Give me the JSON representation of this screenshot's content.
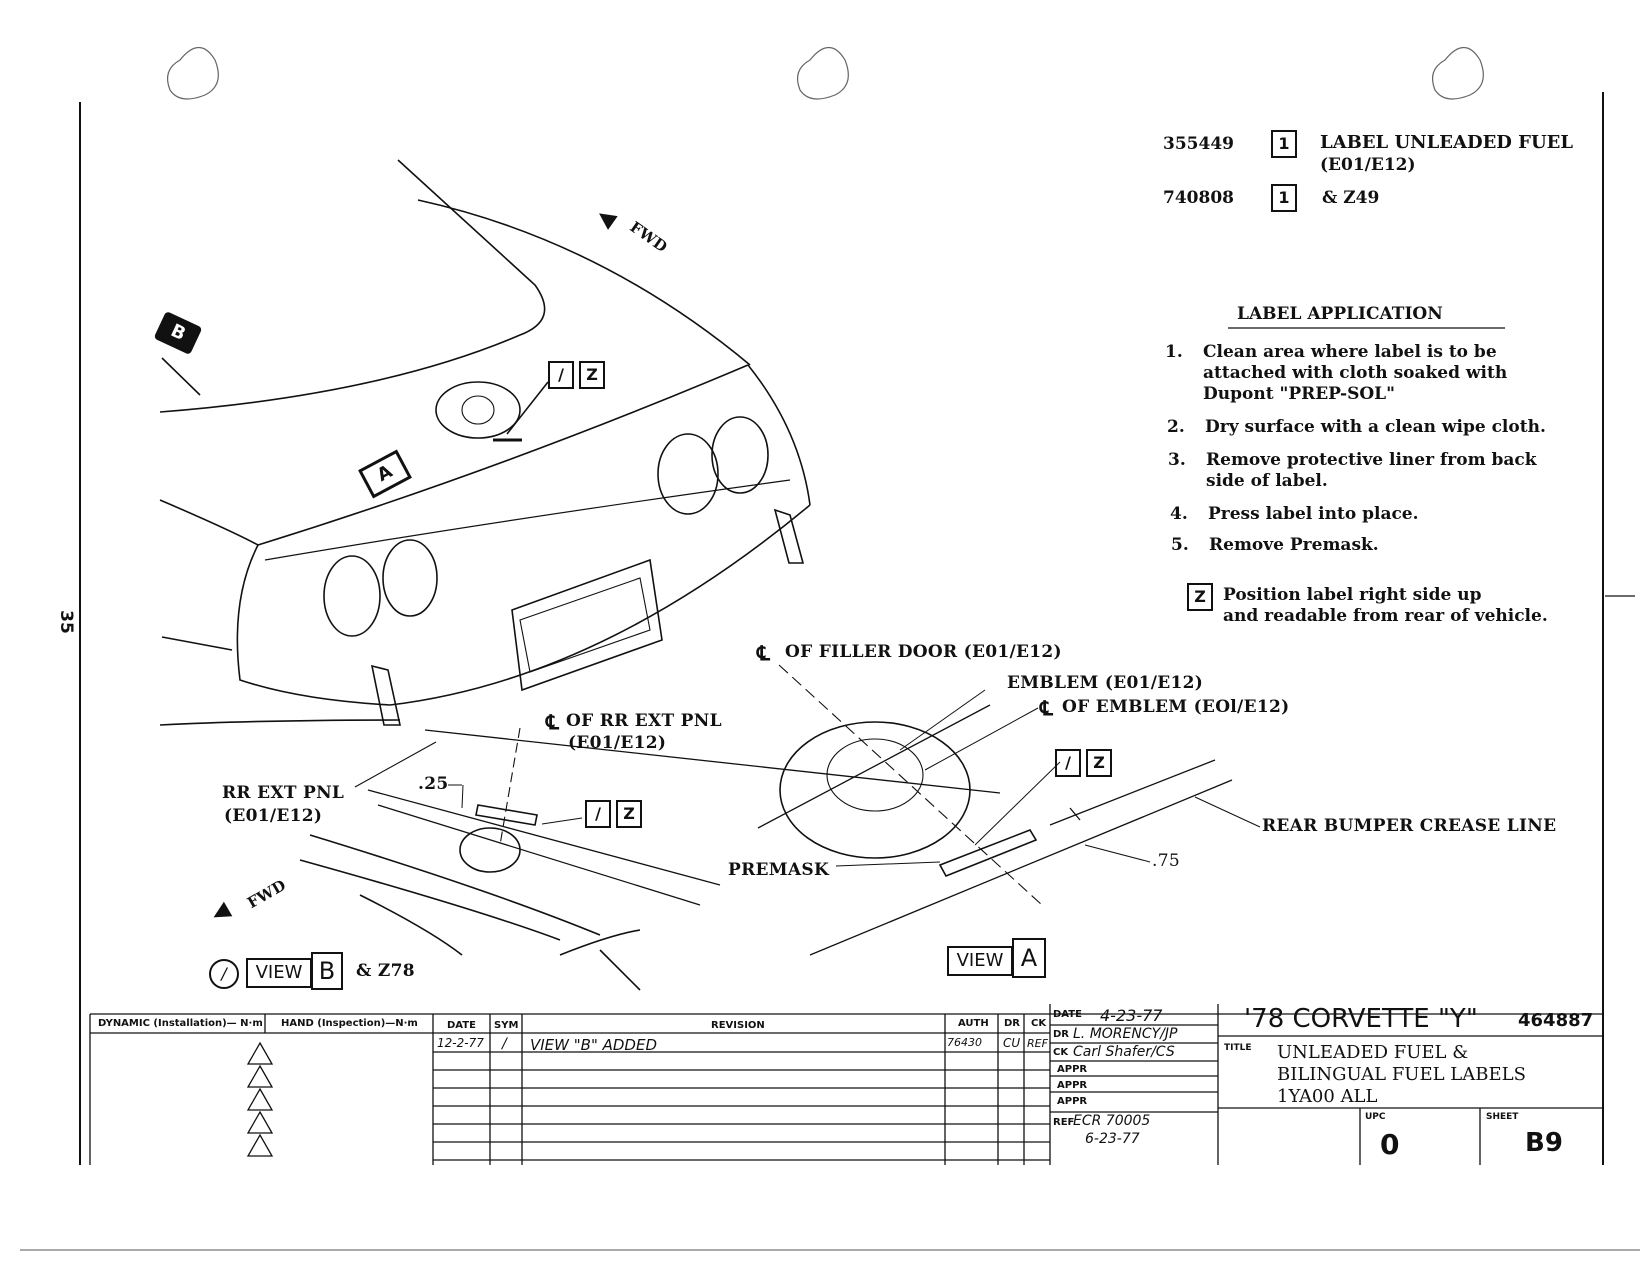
{
  "page_number": "35",
  "parts": [
    {
      "number": "355449",
      "note": "1",
      "description": "LABEL UNLEADED FUEL",
      "description_2": "(E01/E12)"
    },
    {
      "number": "740808",
      "note": "1",
      "description": "& Z49"
    }
  ],
  "application": {
    "heading": "LABEL APPLICATION",
    "steps": [
      {
        "n": "1.",
        "lines": [
          "Clean area where label is to be",
          "attached with cloth soaked with",
          "Dupont \"PREP-SOL\""
        ]
      },
      {
        "n": "2.",
        "lines": [
          "Dry surface with a clean wipe cloth."
        ]
      },
      {
        "n": "3.",
        "lines": [
          "Remove protective liner from back",
          "side of label."
        ]
      },
      {
        "n": "4.",
        "lines": [
          "Press label into place."
        ]
      },
      {
        "n": "5.",
        "lines": [
          "Remove Premask."
        ]
      }
    ],
    "z_note": {
      "tag": "Z",
      "line1": "Position label right side up",
      "line2": "and readable from rear of vehicle."
    }
  },
  "callouts": {
    "fwd_top": "FWD",
    "fwd_bottom": "FWD",
    "view_a_arrow": "A",
    "view_b_arrow": "B",
    "box_slash": "/",
    "box_z": "Z",
    "cl_filler_door": "OF FILLER DOOR (E01/E12)",
    "emblem": "EMBLEM (E01/E12)",
    "cl_emblem": "OF EMBLEM (EOl/E12)",
    "cl_rr_ext_pnl_1": "OF RR EXT PNL",
    "cl_rr_ext_pnl_2": "(E01/E12)",
    "rr_ext_pnl_1": "RR EXT PNL",
    "rr_ext_pnl_2": "(E01/E12)",
    "dim_25": ".25",
    "dim_75": ".75",
    "premask": "PREMASK",
    "rear_bumper_crease": "REAR BUMPER CREASE LINE",
    "view_b_prefix": "/",
    "view_word": "VIEW",
    "view_b_letter": "B",
    "view_b_suffix": "& Z78",
    "view_a_letter": "A",
    "cl_symbol": "℄"
  },
  "title_block": {
    "dynamic": "DYNAMIC (Installation)— N·m",
    "hand": "HAND (Inspection)—N·m",
    "col_date": "DATE",
    "col_sym": "SYM",
    "col_revision": "REVISION",
    "col_auth": "AUTH",
    "col_dr": "DR",
    "col_ck": "CK",
    "rev_date": "12-2-77",
    "rev_sym": "/",
    "rev_text": "VIEW \"B\" ADDED",
    "rev_auth": "76430",
    "rev_dr": "CU",
    "rev_ck": "REF",
    "date_label": "DATE",
    "date_value": "4-23-77",
    "dr_label": "DR",
    "dr_value": "L. MORENCY/JP",
    "ck_label": "CK",
    "ck_value": "Carl Shafer/CS",
    "appr_label_1": "APPR",
    "appr_label_2": "APPR",
    "appr_label_3": "APPR",
    "ref_label": "REF",
    "ref_value_1": "ECR 70005",
    "ref_value_2": "6-23-77",
    "model": "'78 CORVETTE \"Y\"",
    "drawing_number": "464887",
    "title_label": "TITLE",
    "title_line1": "UNLEADED FUEL &",
    "title_line2": "BILINGUAL FUEL LABELS",
    "title_line3": "1YA00 ALL",
    "upc_label": "UPC",
    "upc_value": "0",
    "sheet_label": "SHEET",
    "sheet_value": "B9"
  }
}
